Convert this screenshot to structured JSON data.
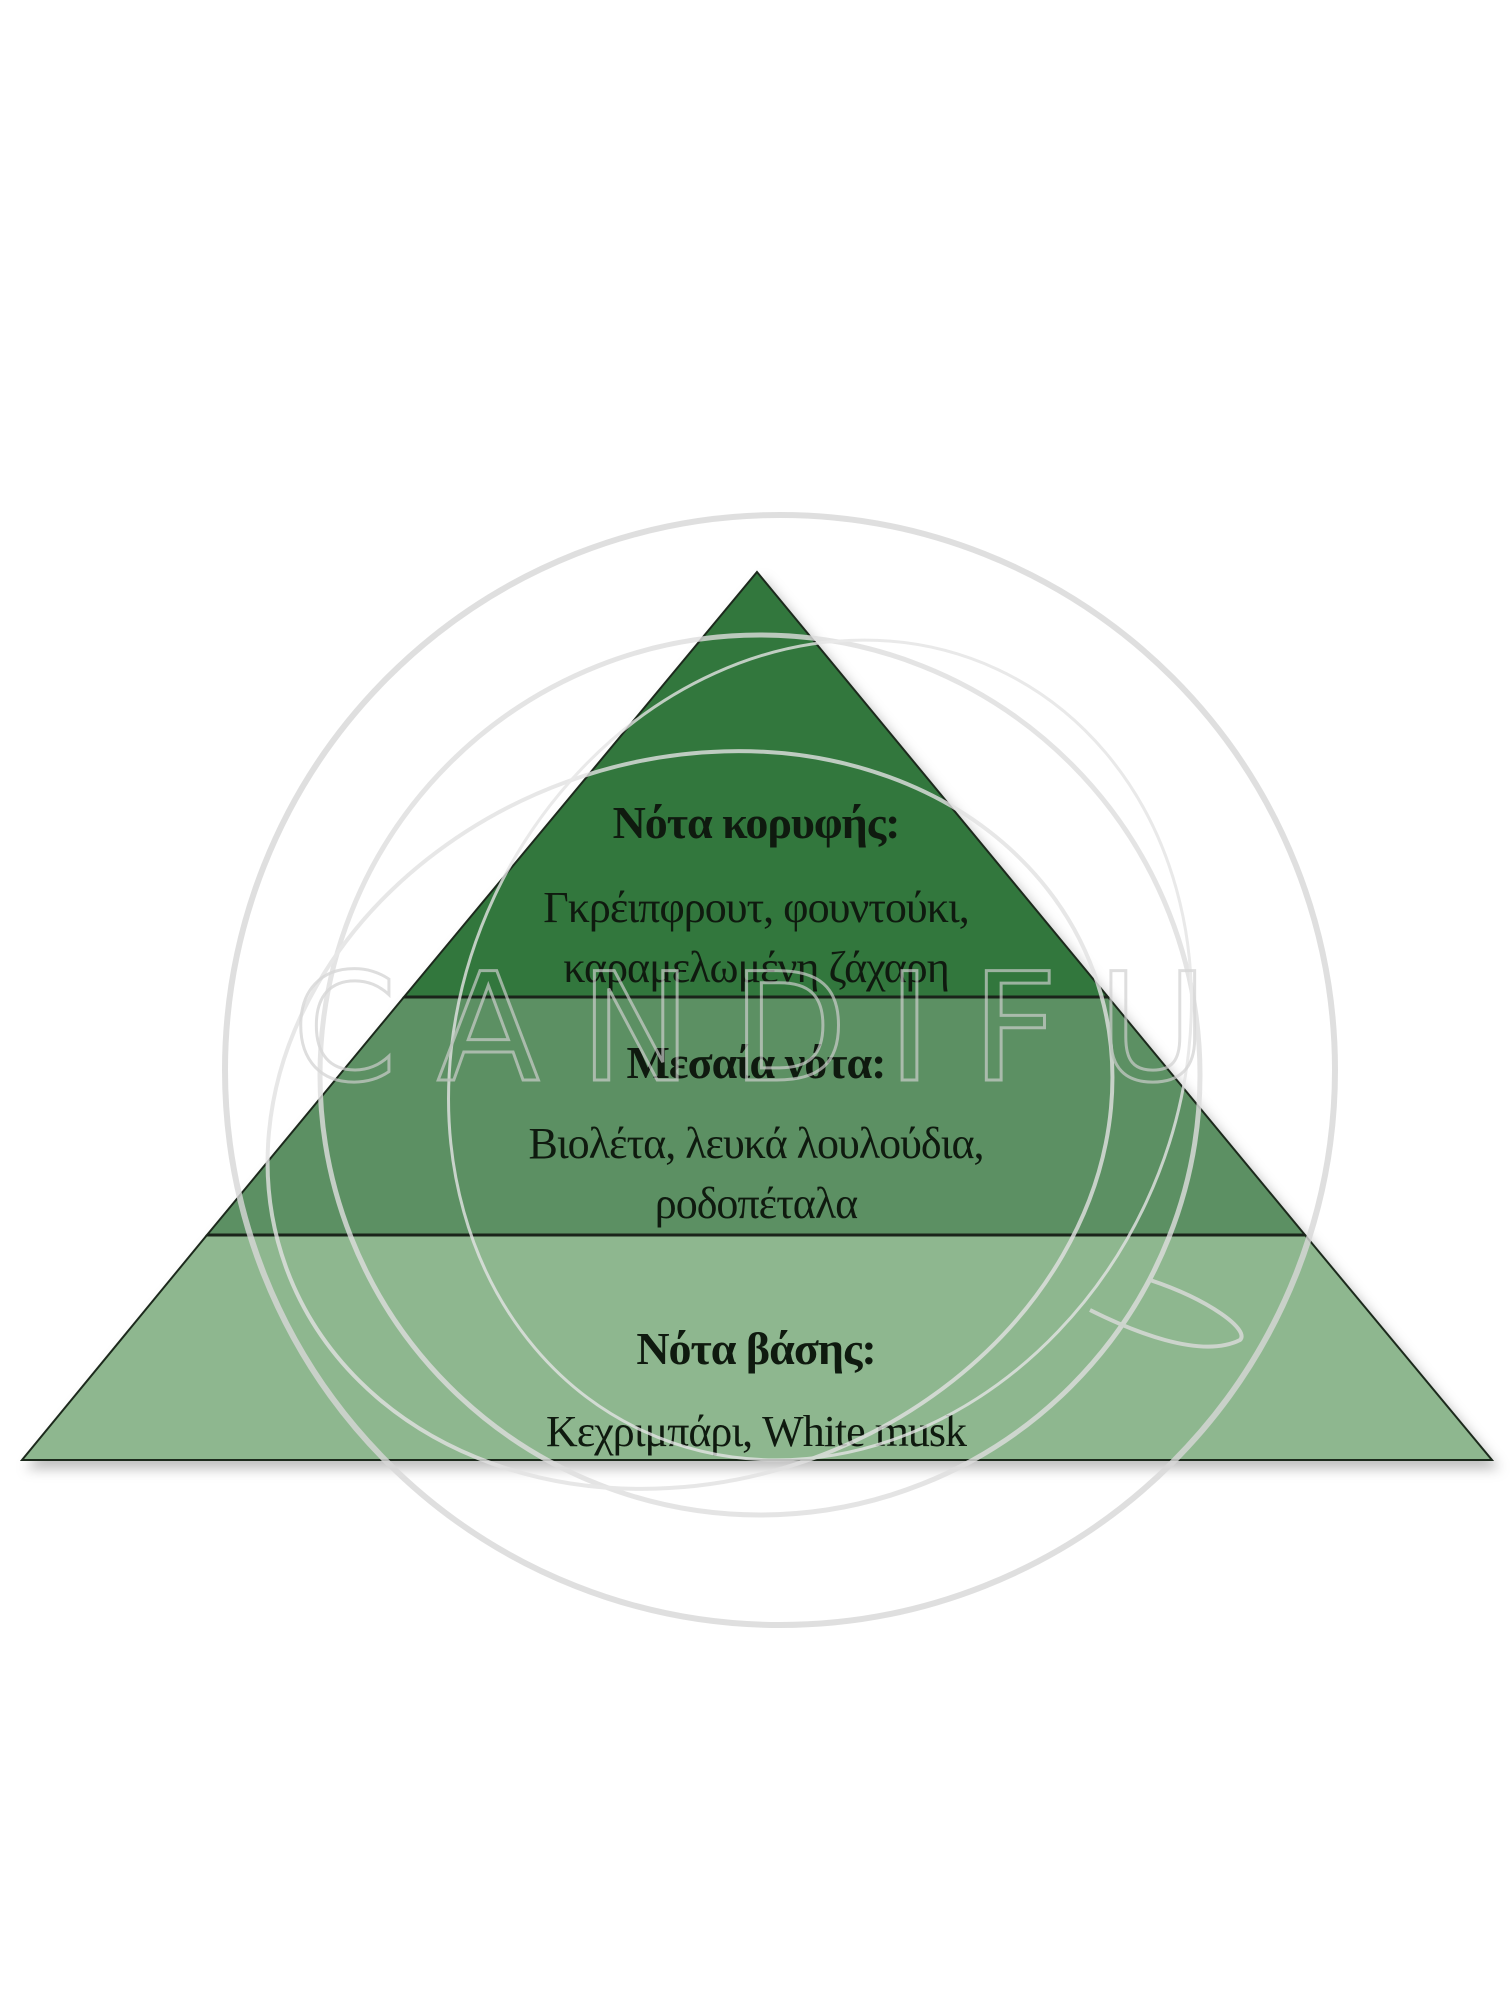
{
  "colors": {
    "top_tier": "#31773e",
    "middle_tier": "#5c9063",
    "base_tier": "#8eb78f",
    "divider": "#1f2a1f",
    "watermark": "#d0d0d0"
  },
  "pyramid": {
    "top": {
      "title": "Νότα κορυφής:",
      "lines": [
        "Γκρέιπφρουτ, φουντούκι,",
        "καραμελωμένη ζάχαρη"
      ]
    },
    "middle": {
      "title": "Μεσαία νότα:",
      "lines": [
        "Βιολέτα, λευκά λουλούδια,",
        "ροδοπέταλα"
      ]
    },
    "base": {
      "title": "Νότα βάσης:",
      "lines": [
        "Κεχριμπάρι, White musk"
      ]
    }
  },
  "watermark": {
    "text": "CANDIFU"
  }
}
